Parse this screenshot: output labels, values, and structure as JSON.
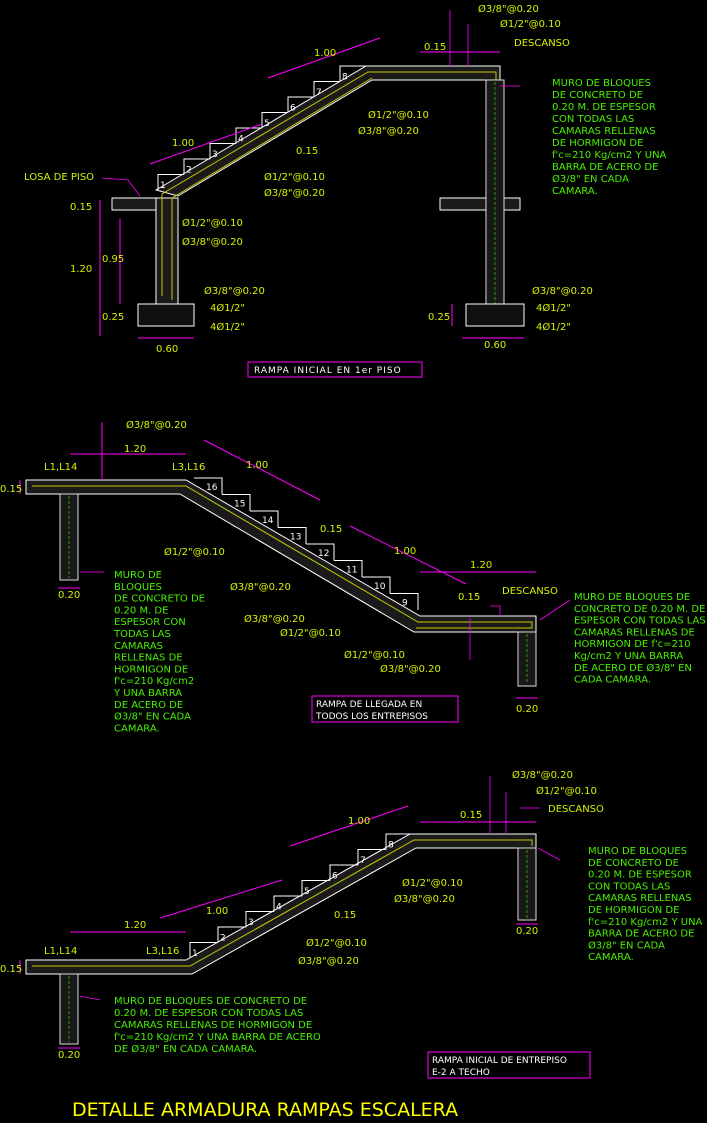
{
  "title": "DETALLE ARMADURA RAMPAS ESCALERA",
  "d1": {
    "name": "RAMPA INICIAL EN 1er PISO",
    "bar_top1": "Ø3/8\"@0.20",
    "bar_top2": "Ø1/2\"@0.10",
    "descanso": "DESCANSO",
    "d_015": "0.15",
    "d_100a": "1.00",
    "d_100b": "1.00",
    "mid1": "Ø1/2\"@0.10",
    "mid2": "Ø3/8\"@0.20",
    "mid3": "0.15",
    "low1": "Ø1/2\"@0.10",
    "low2": "Ø3/8\"@0.20",
    "losa": "LOSA DE PISO",
    "l_015": "0.15",
    "l_120": "1.20",
    "l_095": "0.95",
    "l_025": "0.25",
    "l_060": "0.60",
    "col1": "Ø1/2\"@0.10",
    "col2": "Ø3/8\"@0.20",
    "ft1": "Ø3/8\"@0.20",
    "ft2": "4Ø1/2\"",
    "ft3": "4Ø1/2\"",
    "r_ft1": "Ø3/8\"@0.20",
    "r_ft2": "4Ø1/2\"",
    "r_ft3": "4Ø1/2\"",
    "r_025": "0.25",
    "r_060": "0.60",
    "steps": [
      "1",
      "2",
      "3",
      "4",
      "5",
      "6",
      "7",
      "8"
    ],
    "muro": [
      "MURO DE BLOQUES",
      "DE CONCRETO DE",
      "0.20 M. DE ESPESOR",
      "CON TODAS LAS",
      "CAMARAS RELLENAS",
      "DE HORMIGON DE",
      "f'c=210 Kg/cm2 Y UNA",
      "BARRA DE ACERO DE",
      "Ø3/8\" EN CADA",
      "CAMARA."
    ]
  },
  "d2": {
    "name_lines": [
      "RAMPA DE LLEGADA EN",
      "TODOS LOS ENTREPISOS"
    ],
    "top_bar": "Ø3/8\"@0.20",
    "d_120": "1.20",
    "d_100a": "1.00",
    "d_100b": "1.00",
    "d_120b": "1.20",
    "d_015": "0.15",
    "d_015b": "0.15",
    "l_015": "0.15",
    "l_020": "0.20",
    "r_020": "0.20",
    "tag1": "L1,L14",
    "tag2": "L3,L16",
    "descanso": "DESCANSO",
    "b1": "Ø1/2\"@0.10",
    "b2": "Ø3/8\"@0.20",
    "b3": "Ø3/8\"@0.20",
    "b4": "Ø1/2\"@0.10",
    "b5": "Ø1/2\"@0.10",
    "b6": "Ø3/8\"@0.20",
    "steps": [
      "16",
      "15",
      "14",
      "13",
      "12",
      "11",
      "10",
      "9"
    ],
    "muro_left": [
      "MURO DE",
      "BLOQUES",
      "DE CONCRETO DE",
      "0.20 M. DE",
      "ESPESOR CON",
      "TODAS LAS",
      "CAMARAS",
      "RELLENAS DE",
      "HORMIGON DE",
      "f'c=210 Kg/cm2",
      "Y UNA BARRA",
      "DE ACERO DE",
      "Ø3/8\" EN CADA",
      "CAMARA."
    ],
    "muro_right": [
      "MURO DE BLOQUES DE",
      "CONCRETO DE 0.20 M. DE",
      "ESPESOR CON TODAS LAS",
      "CAMARAS RELLENAS DE",
      "HORMIGON DE f'c=210",
      "Kg/cm2 Y UNA BARRA",
      "DE ACERO DE Ø3/8\" EN",
      "CADA CAMARA."
    ]
  },
  "d3": {
    "name_lines": [
      "RAMPA INICIAL DE ENTREPISO",
      "E-2 A TECHO"
    ],
    "top1": "Ø3/8\"@0.20",
    "top2": "Ø1/2\"@0.10",
    "descanso": "DESCANSO",
    "d_015": "0.15",
    "d_100a": "1.00",
    "d_100b": "1.00",
    "d_120": "1.20",
    "l_015": "0.15",
    "l_020": "0.20",
    "r_020": "0.20",
    "tag1": "L1,L14",
    "tag2": "L3,L16",
    "m1": "Ø1/2\"@0.10",
    "m2": "Ø3/8\"@0.20",
    "m3": "0.15",
    "lo1": "Ø1/2\"@0.10",
    "lo2": "Ø3/8\"@0.20",
    "steps": [
      "1",
      "2",
      "3",
      "4",
      "5",
      "6",
      "7",
      "8"
    ],
    "muro_right": [
      "MURO DE BLOQUES",
      "DE CONCRETO DE",
      "0.20 M. DE ESPESOR",
      "CON TODAS LAS",
      "CAMARAS RELLENAS",
      "DE HORMIGON DE",
      "f'c=210 Kg/cm2 Y UNA",
      "BARRA DE ACERO DE",
      "Ø3/8\" EN CADA",
      "CAMARA."
    ],
    "muro_bottom": [
      "MURO DE BLOQUES DE CONCRETO DE",
      "0.20 M. DE ESPESOR CON TODAS LAS",
      "CAMARAS RELLENAS DE HORMIGON DE",
      "f'c=210 Kg/cm2 Y UNA BARRA DE ACERO",
      "DE Ø3/8\" EN CADA CAMARA."
    ]
  }
}
